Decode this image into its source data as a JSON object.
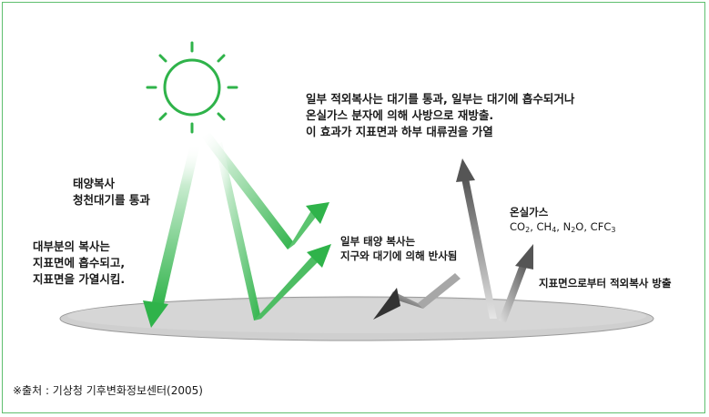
{
  "diagram": {
    "labels": {
      "top_line1": "일부 적외복사는 대기를 통과, 일부는 대기에 흡수되거나",
      "top_line2": "온실가스 분자에 의해 사방으로 재방출.",
      "top_line3": "이 효과가 지표면과 하부 대류권을 가열",
      "sun_line1": "태양복사",
      "sun_line2": "청천대기를 통과",
      "absorb_line1": "대부분의 복사는",
      "absorb_line2": "지표면에 흡수되고,",
      "absorb_line3": "지표면을 가열시킴.",
      "reflect_line1": "일부 태양 복사는",
      "reflect_line2": "지구와 대기에 의해 반사됨",
      "ghg_title": "온실가스",
      "ghg_co2": "CO",
      "ghg_co2_sub": "2",
      "ghg_ch4": "CH",
      "ghg_ch4_sub": "4",
      "ghg_n2o_a": "N",
      "ghg_n2o_sub": "2",
      "ghg_n2o_b": "O",
      "ghg_cfc": "CFC",
      "ghg_cfc_sub": "3",
      "sep": ", ",
      "ir_emission": "지표면으로부터 적외복사 방출"
    },
    "source": "※출처 : 기상청 기후변화정보센터(2005)",
    "colors": {
      "sun": "#2fb34a",
      "solar_arrow": "#2fb34a",
      "ir_arrow": "#555555",
      "ground": "#c8c8c8",
      "frame": "#5fbf6f"
    }
  }
}
